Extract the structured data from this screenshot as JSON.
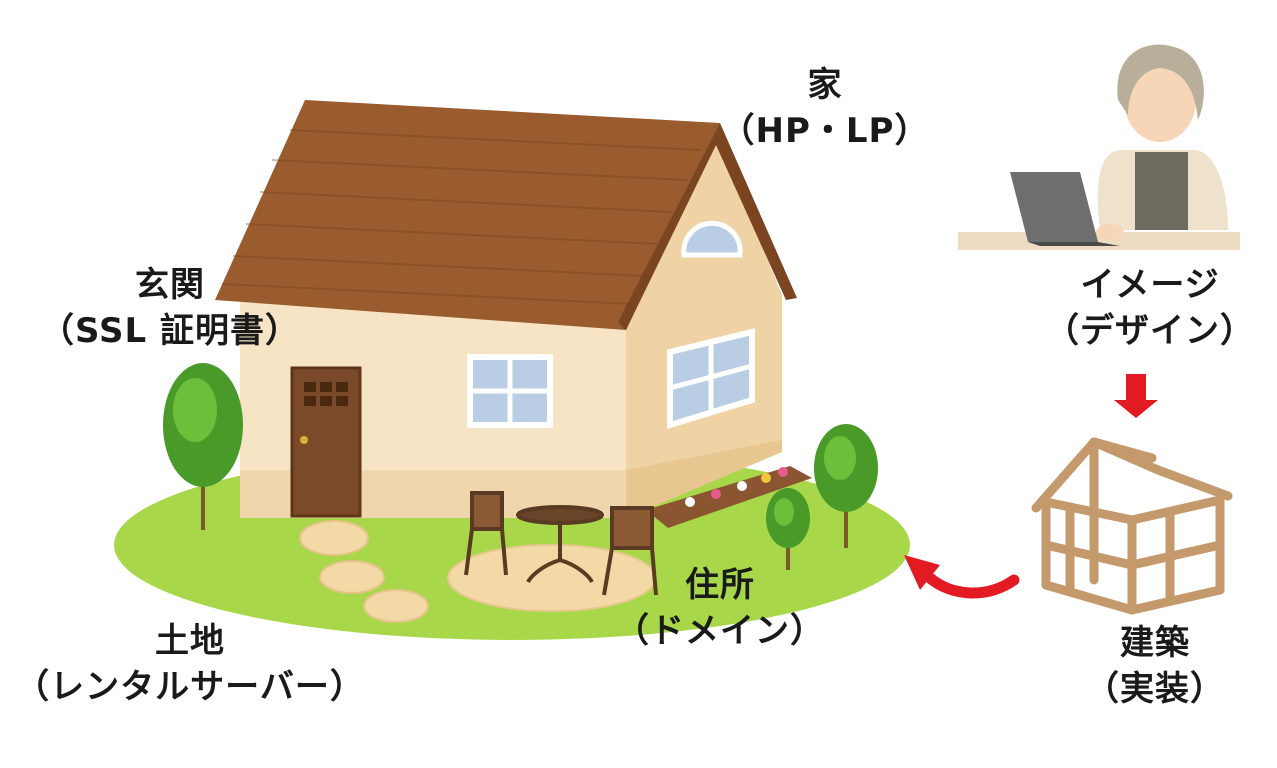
{
  "labels": {
    "house": {
      "title": "家",
      "sub": "（HP・LP）"
    },
    "entrance": {
      "title": "玄関",
      "sub": "（SSL 証明書）"
    },
    "address": {
      "title": "住所",
      "sub": "（ドメイン）"
    },
    "land": {
      "title": "土地",
      "sub": "（レンタルサーバー）"
    },
    "image": {
      "title": "イメージ",
      "sub": "（デザイン）"
    },
    "build": {
      "title": "建築",
      "sub": "（実装）"
    }
  },
  "colors": {
    "lawn": "#a8d84a",
    "roof": "#9a5c2e",
    "wall": "#f6e4c4",
    "wall_shadow": "#f0d6ac",
    "door": "#7a4a2a",
    "window": "#b9cde4",
    "frame": "#c49a6c",
    "arrow": "#e21b23",
    "tree": "#4a9a2a",
    "stone": "#f3d9a6"
  },
  "icons": {
    "house": "house-illustration",
    "person": "woman-with-laptop-illustration",
    "frame": "house-frame-illustration",
    "arrow_down": "arrow-down-icon",
    "arrow_curve": "curved-arrow-icon"
  }
}
